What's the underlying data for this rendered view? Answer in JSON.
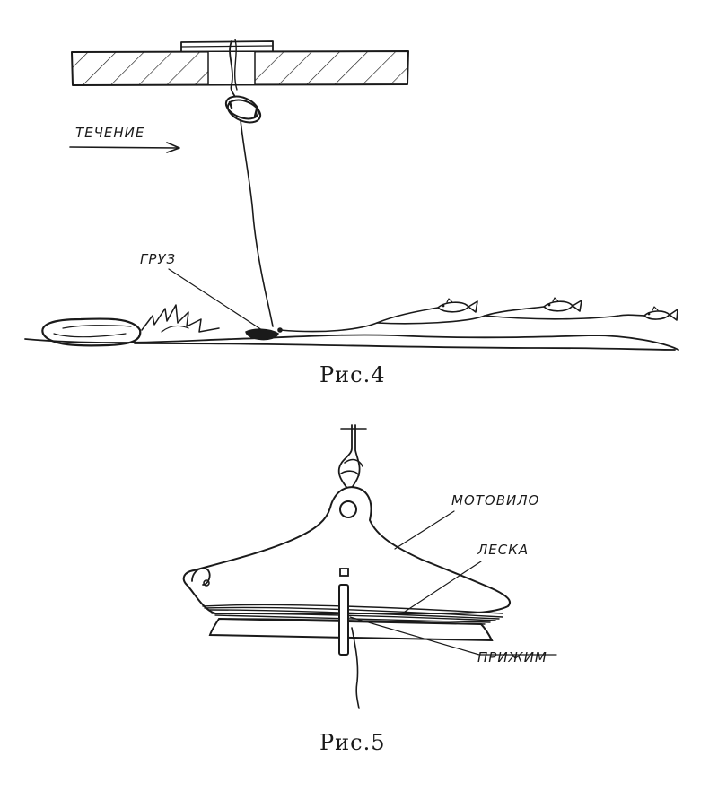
{
  "figure4": {
    "current_label": "ТЕЧЕНИЕ",
    "weight_label": "ГРУЗ",
    "caption": "Рис.4"
  },
  "figure5": {
    "reel_label": "МОТОВИЛО",
    "line_label": "ЛЕСКА",
    "clamp_label": "ПРИЖИМ",
    "caption": "Рис.5"
  },
  "colors": {
    "ink": "#1a1a1a",
    "paper": "#ffffff"
  }
}
